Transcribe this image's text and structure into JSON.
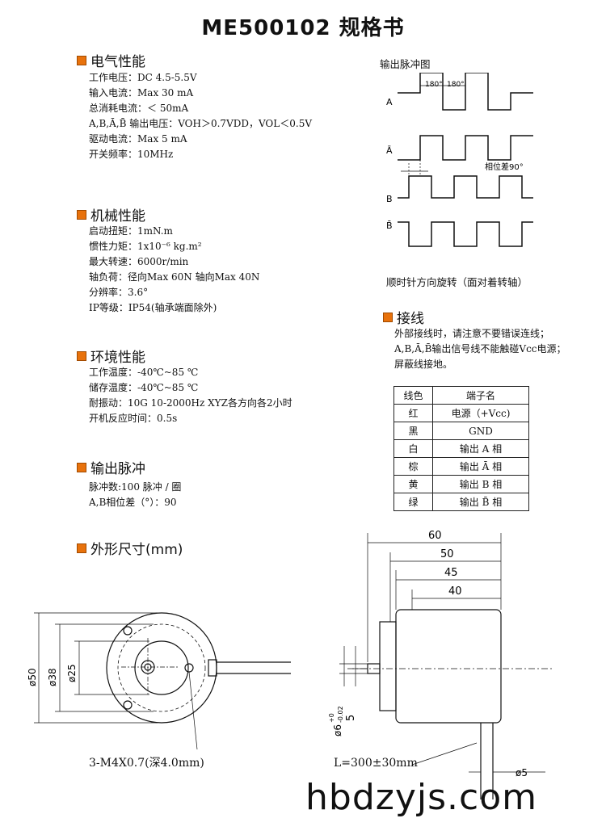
{
  "title": "ME500102 规格书",
  "electrical": {
    "heading": "电气性能",
    "lines": [
      "工作电压：DC 4.5-5.5V",
      "输入电流：Max 30 mA",
      "总消耗电流：＜ 50mA",
      "A,B,Ā,B̄ 输出电压：VOH＞0.7VDD，VOL＜0.5V",
      "驱动电流：Max 5 mA",
      "开关频率：10MHz"
    ]
  },
  "mechanical": {
    "heading": "机械性能",
    "lines": [
      "启动扭矩：1mN.m",
      "惯性力矩：1x10⁻⁶  kg.m²",
      "最大转速：6000r/min",
      "轴负荷：径向Max 60N  轴向Max 40N",
      "分辨率：3.6°",
      "IP等级：IP54(轴承端面除外)"
    ]
  },
  "environment": {
    "heading": "环境性能",
    "lines": [
      "工作温度：-40℃~85 ℃",
      "储存温度：-40℃~85 ℃",
      "耐振动：10G 10-2000Hz XYZ各方向各2小时",
      "开机反应时间：0.5s"
    ]
  },
  "pulse": {
    "heading": "输出脉冲",
    "lines": [
      "脉冲数:100 脉冲 / 圈",
      "A,B相位差（°）：90"
    ]
  },
  "dimensions": {
    "heading": "外形尺寸(mm)"
  },
  "waveform": {
    "title": "输出脉冲图",
    "deg1": "180°",
    "deg2": "180°",
    "phase_label": "相位差90°",
    "channels": [
      "A",
      "Ā",
      "B",
      "B̄"
    ],
    "caption": "顺时针方向旋转（面对着转轴）"
  },
  "wiring": {
    "heading": "接线",
    "notes": [
      "外部接线时，请注意不要错误连线；",
      "A,B,Ā,B̄输出信号线不能触碰Vcc电源；",
      "屏蔽线接地。"
    ],
    "headers": [
      "线色",
      "端子名"
    ],
    "rows": [
      [
        "红",
        "电源（+Vcc)"
      ],
      [
        "黑",
        "GND"
      ],
      [
        "白",
        "输出 A 相"
      ],
      [
        "棕",
        "输出 Ā 相"
      ],
      [
        "黄",
        "输出 B 相"
      ],
      [
        "绿",
        "输出 B̄ 相"
      ]
    ]
  },
  "front_view": {
    "dims": [
      "ø50",
      "ø38",
      "ø25"
    ],
    "hole_note": "3-M4X0.7(深4.0mm)"
  },
  "side_view": {
    "dims": [
      "60",
      "50",
      "45",
      "40"
    ],
    "shaft_dim": "ø6",
    "shaft_tol_upper": "+0",
    "shaft_tol_lower": "-0.02",
    "flat_dim": "5",
    "cable_length": "L=300±30mm",
    "cable_dim": "ø5"
  },
  "watermark": "hbdzyjs.com"
}
